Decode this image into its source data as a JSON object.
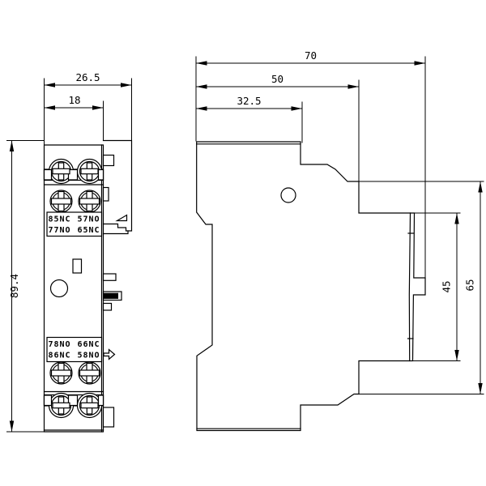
{
  "drawing": {
    "type": "dimensional-drawing",
    "colors": {
      "line": "#000000",
      "background": "#ffffff"
    },
    "front_view": {
      "dim_height": "89.4",
      "dim_width_total": "26.5",
      "dim_width_body": "18",
      "terminals": {
        "top_row1_left": "85NC",
        "top_row1_right": "57NO",
        "top_row2_left": "77NO",
        "top_row2_right": "65NC",
        "bottom_row1_left": "78NO",
        "bottom_row1_right": "66NC",
        "bottom_row2_left": "86NC",
        "bottom_row2_right": "58NO"
      }
    },
    "side_view": {
      "dim_depth_total": "70",
      "dim_depth_upper": "50",
      "dim_depth_top": "32.5",
      "dim_inner_height": "45",
      "dim_outer_height": "65"
    }
  }
}
